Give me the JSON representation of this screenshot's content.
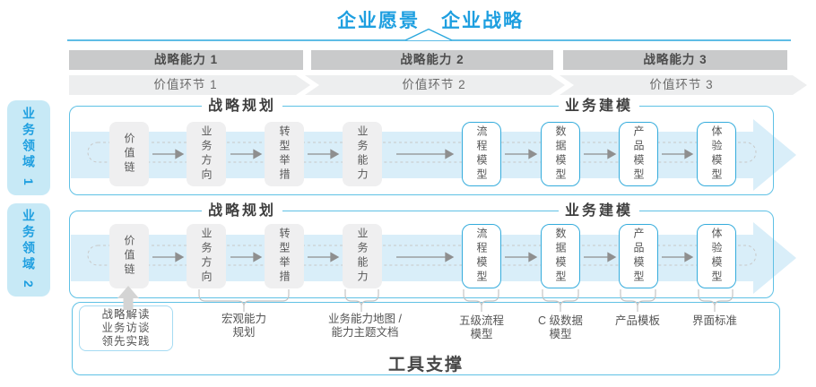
{
  "header": {
    "vision": "企业愿景",
    "strategy": "企业战略"
  },
  "strategic_capabilities": [
    "战略能力 1",
    "战略能力 2",
    "战略能力 3"
  ],
  "value_links": [
    "价值环节 1",
    "价值环节 2",
    "价值环节 3"
  ],
  "business_domains": [
    "业务领域 1",
    "业务领域 2"
  ],
  "rows": [
    {
      "planning_header": "战略规划",
      "modeling_header": "业务建模",
      "planning_boxes": [
        "价值链",
        "业务方向",
        "转型举措",
        "业务能力"
      ],
      "modeling_boxes": [
        "流程模型",
        "数据模型",
        "产品模型",
        "体验模型"
      ]
    },
    {
      "planning_header": "战略规划",
      "modeling_header": "业务建模",
      "planning_boxes": [
        "价值链",
        "业务方向",
        "转型举措",
        "业务能力"
      ],
      "modeling_boxes": [
        "流程模型",
        "数据模型",
        "产品模型",
        "体验模型"
      ]
    }
  ],
  "annotations": {
    "source_box_lines": [
      "战略解读",
      "业务访谈",
      "领先实践"
    ],
    "labels": [
      {
        "line1": "宏观能力",
        "line2": "规划"
      },
      {
        "line1": "业务能力地图 /",
        "line2": "能力主题文档"
      },
      {
        "line1": "五级流程",
        "line2": "模型"
      },
      {
        "line1": "C 级数据",
        "line2": "模型"
      },
      {
        "line1": "产品模板",
        "line2": ""
      },
      {
        "line1": "界面标准",
        "line2": ""
      }
    ]
  },
  "footer": {
    "title": "工具支撑"
  },
  "colors": {
    "accent_blue": "#1E9FE0",
    "panel_border": "#5FC1E5",
    "model_box_border": "#35ACDC",
    "band_dark": "#C9CACB",
    "band_light": "#EDEEEF",
    "flow_arrow_fill": "#D9EEF9",
    "gray_box_fill": "#EFEFF0",
    "connector_gray": "#C4C4C4",
    "domain_label_bg": "#C7E9F6"
  }
}
